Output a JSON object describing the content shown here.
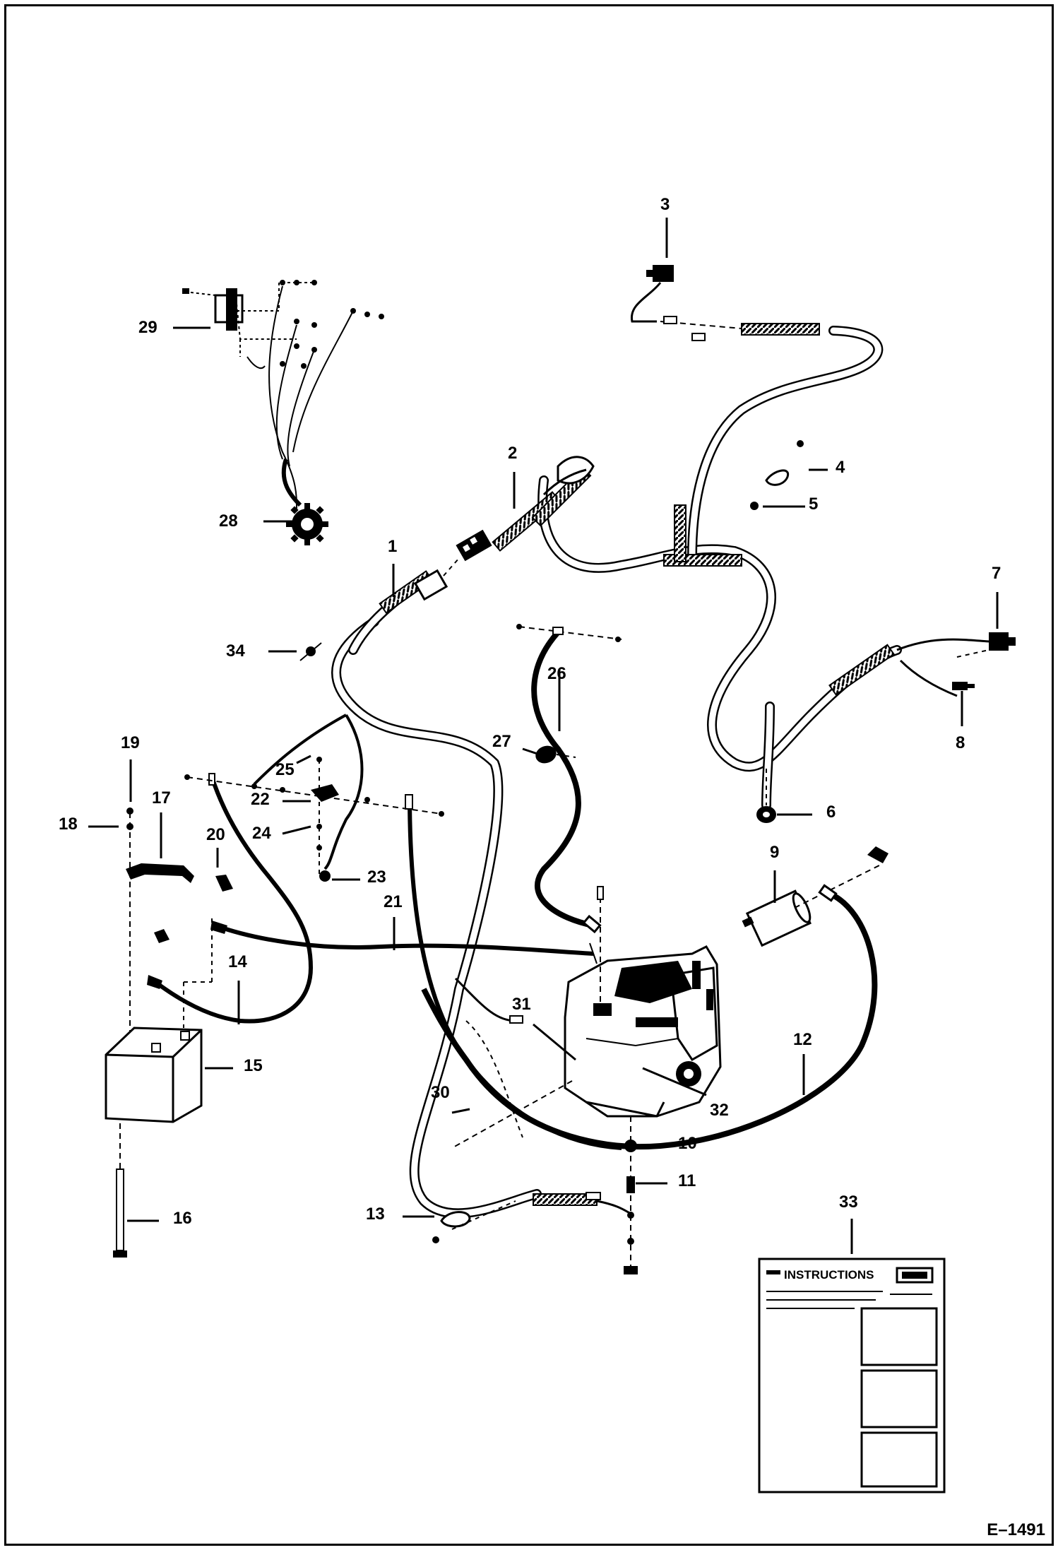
{
  "diagram": {
    "figure_id": "E–1491",
    "callouts": [
      {
        "id": "c1",
        "text": "1"
      },
      {
        "id": "c2",
        "text": "2"
      },
      {
        "id": "c3",
        "text": "3"
      },
      {
        "id": "c4",
        "text": "4"
      },
      {
        "id": "c5",
        "text": "5"
      },
      {
        "id": "c6",
        "text": "6"
      },
      {
        "id": "c7",
        "text": "7"
      },
      {
        "id": "c8",
        "text": "8"
      },
      {
        "id": "c9",
        "text": "9"
      },
      {
        "id": "c10",
        "text": "10"
      },
      {
        "id": "c11",
        "text": "11"
      },
      {
        "id": "c12",
        "text": "12"
      },
      {
        "id": "c13",
        "text": "13"
      },
      {
        "id": "c14",
        "text": "14"
      },
      {
        "id": "c15",
        "text": "15"
      },
      {
        "id": "c16",
        "text": "16"
      },
      {
        "id": "c17",
        "text": "17"
      },
      {
        "id": "c18",
        "text": "18"
      },
      {
        "id": "c19",
        "text": "19"
      },
      {
        "id": "c20",
        "text": "20"
      },
      {
        "id": "c21",
        "text": "21"
      },
      {
        "id": "c22",
        "text": "22"
      },
      {
        "id": "c23",
        "text": "23"
      },
      {
        "id": "c24",
        "text": "24"
      },
      {
        "id": "c25",
        "text": "25"
      },
      {
        "id": "c26",
        "text": "26"
      },
      {
        "id": "c27",
        "text": "27"
      },
      {
        "id": "c28",
        "text": "28"
      },
      {
        "id": "c29",
        "text": "29"
      },
      {
        "id": "c30",
        "text": "30"
      },
      {
        "id": "c31",
        "text": "31"
      },
      {
        "id": "c32",
        "text": "32"
      },
      {
        "id": "c33",
        "text": "33"
      },
      {
        "id": "c34",
        "text": "34"
      }
    ],
    "decal": {
      "title": "INSTRUCTIONS"
    }
  }
}
